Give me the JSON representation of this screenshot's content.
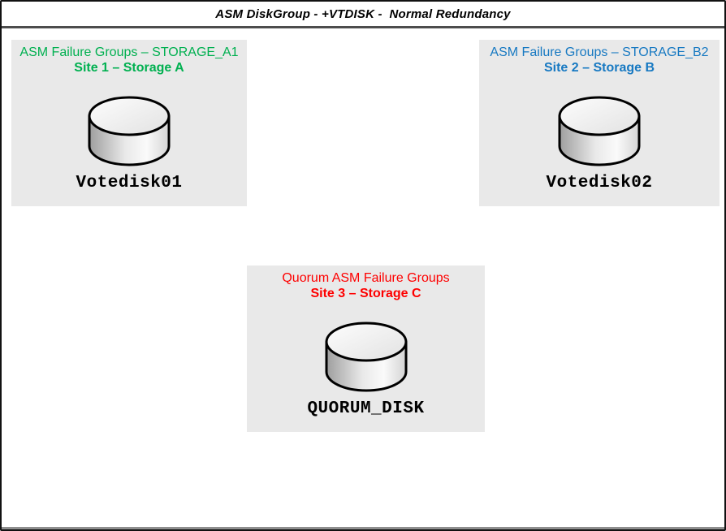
{
  "title": "ASM DiskGroup - +VTDISK -  Normal Redundancy",
  "colors": {
    "green_site_a": "#00b050",
    "blue_site_b": "#1779c2",
    "red_site_c": "#fe0000",
    "group_box_bg": "#e9e9e9",
    "border": "#111111"
  },
  "groups": [
    {
      "heading": "ASM Failure Groups – STORAGE_A1",
      "site": "Site 1 – Storage A",
      "disk": "Votedisk01"
    },
    {
      "heading": "ASM Failure Groups – STORAGE_B2",
      "site": "Site 2 – Storage B",
      "disk": "Votedisk02"
    },
    {
      "heading": "Quorum ASM Failure Groups",
      "site": "Site 3 – Storage C",
      "disk": "QUORUM_DISK"
    }
  ]
}
